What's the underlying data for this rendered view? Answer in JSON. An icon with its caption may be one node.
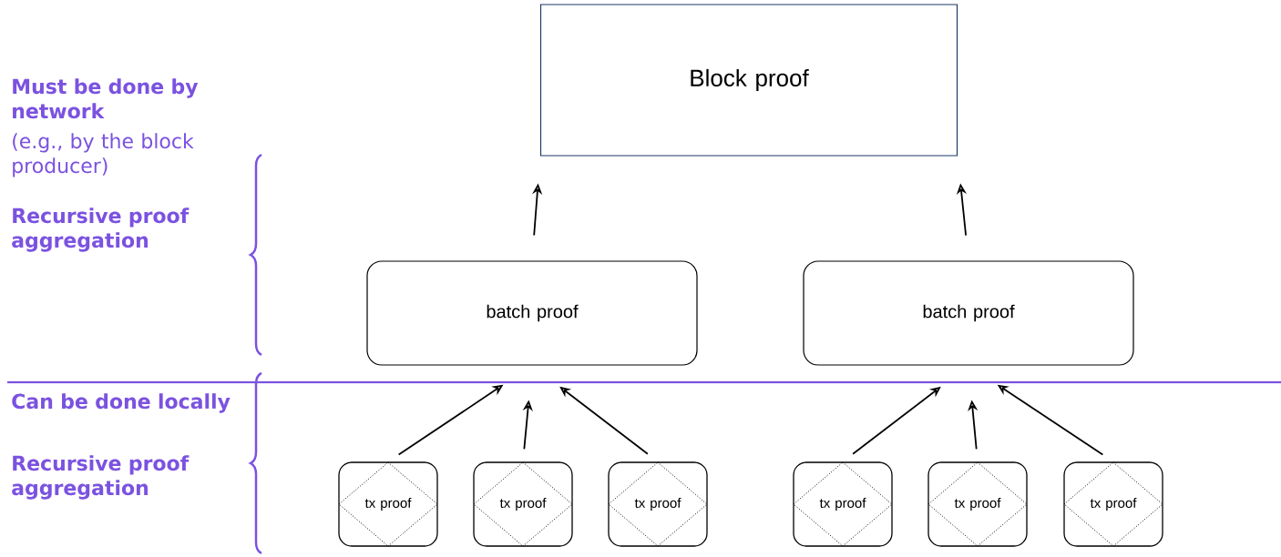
{
  "diagram": {
    "nodes": [
      {
        "text": [
          "Block proof"
        ]
      },
      {
        "text": [
          "batch proof"
        ]
      },
      {
        "text": [
          "batch proof"
        ]
      },
      {
        "text": [
          "tx proof"
        ]
      },
      {
        "text": [
          "tx proof"
        ]
      },
      {
        "text": [
          "tx proof"
        ]
      },
      {
        "text": [
          "tx proof"
        ]
      },
      {
        "text": [
          "tx proof"
        ]
      },
      {
        "text": [
          "tx proof"
        ]
      }
    ],
    "edges": [
      {
        "from": 1,
        "to": 0,
        "arrow": "to"
      },
      {
        "from": 2,
        "to": 0,
        "arrow": "to"
      },
      {
        "from": 3,
        "to": 1,
        "arrow": "to"
      },
      {
        "from": 4,
        "to": 1,
        "arrow": "to"
      },
      {
        "from": 5,
        "to": 1,
        "arrow": "to"
      },
      {
        "from": 6,
        "to": 2,
        "arrow": "to"
      },
      {
        "from": 7,
        "to": 2,
        "arrow": "to"
      },
      {
        "from": 8,
        "to": 2,
        "arrow": "to"
      }
    ],
    "labels": [
      "Must be done by network",
      "(e.g., by the block producer)",
      "Recursive proof aggregation",
      "Can be done locally",
      "Recursive proof aggregation"
    ]
  }
}
